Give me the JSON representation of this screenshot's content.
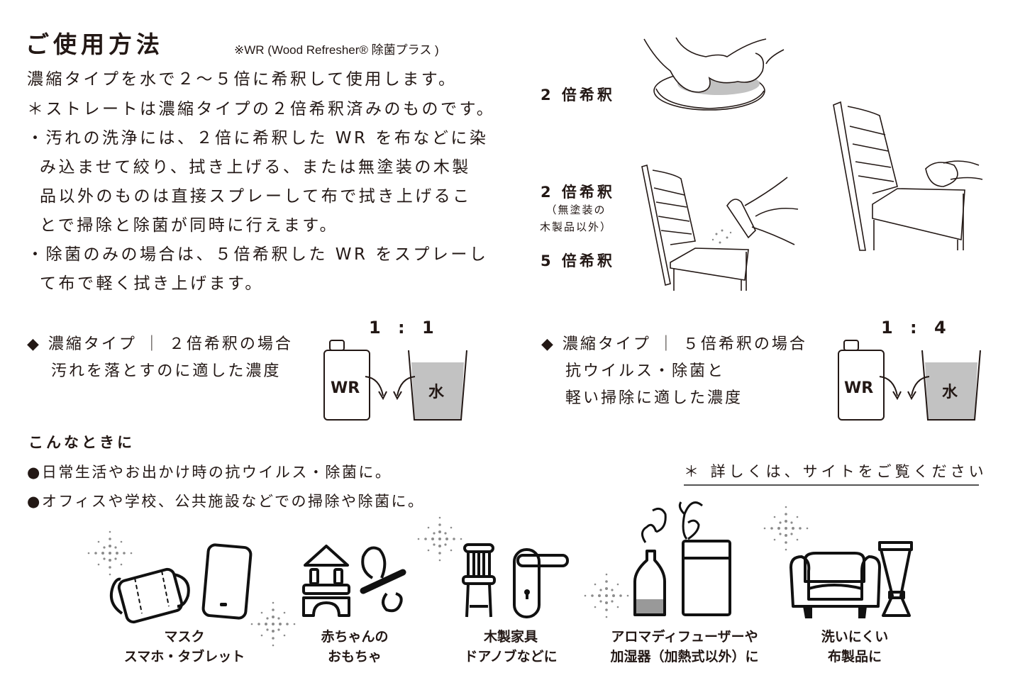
{
  "header": {
    "title": "ご使用方法",
    "note": "※WR (Wood Refresher® 除菌プラス )"
  },
  "instructions": {
    "lines": [
      "濃縮タイプを水で２～５倍に希釈して使用します。",
      "＊ストレートは濃縮タイプの２倍希釈済みのものです。",
      "・汚れの洗浄には、２倍に希釈した WR を布などに染",
      "み込ませて絞り、拭き上げる、または無塗装の木製",
      "品以外のものは直接スプレーして布で拭き上げるこ",
      "とで掃除と除菌が同時に行えます。",
      "・除菌のみの場合は、５倍希釈した WR をスプレーし",
      "て布で軽く拭き上げます。"
    ]
  },
  "illustration_labels": {
    "wring": "2 倍希釈",
    "spray_label": "2 倍希釈",
    "spray_note_1": "（無塗装の",
    "spray_note_2": "木製品以外）",
    "spray_label_2": "5 倍希釈"
  },
  "ratios": [
    {
      "heading": "◆ 濃縮タイプ ｜ ２倍希釈の場合",
      "lines": [
        "汚れを落とすのに適した濃度"
      ],
      "ratio": "1 : 1",
      "bottle_label": "WR",
      "water_label": "水",
      "water_fill_pct": 90
    },
    {
      "heading": "◆ 濃縮タイプ ｜ ５倍希釈の場合",
      "lines": [
        "抗ウイルス・除菌と",
        "軽い掃除に適した濃度"
      ],
      "ratio": "1 : 4",
      "bottle_label": "WR",
      "water_label": "水",
      "water_fill_pct": 90
    }
  ],
  "usage": {
    "heading": "こんなときに",
    "bullets": [
      "●日常生活やお出かけ時の抗ウイルス・除菌に。",
      "●オフィスや学校、公共施設などでの掃除や除菌に。"
    ],
    "site_note": "＊ 詳しくは、サイトをご覧ください"
  },
  "uses": [
    {
      "icon": "mask-phone-icon",
      "line1": "マスク",
      "line2": "スマホ・タブレット"
    },
    {
      "icon": "toy-blocks-pacifier-icon",
      "line1": "赤ちゃんの",
      "line2": "おもちゃ"
    },
    {
      "icon": "chair-doorknob-icon",
      "line1": "木製家具",
      "line2": "ドアノブなどに"
    },
    {
      "icon": "diffuser-humidifier-icon",
      "line1": "アロマディフューザーや",
      "line2": "加湿器（加熱式以外）に"
    },
    {
      "icon": "sofa-curtain-icon",
      "line1": "洗いにくい",
      "line2": "布製品に"
    }
  ],
  "colors": {
    "text": "#231815",
    "water_gray": "#bfbfbf",
    "sparkle": "#8c8c8c"
  }
}
